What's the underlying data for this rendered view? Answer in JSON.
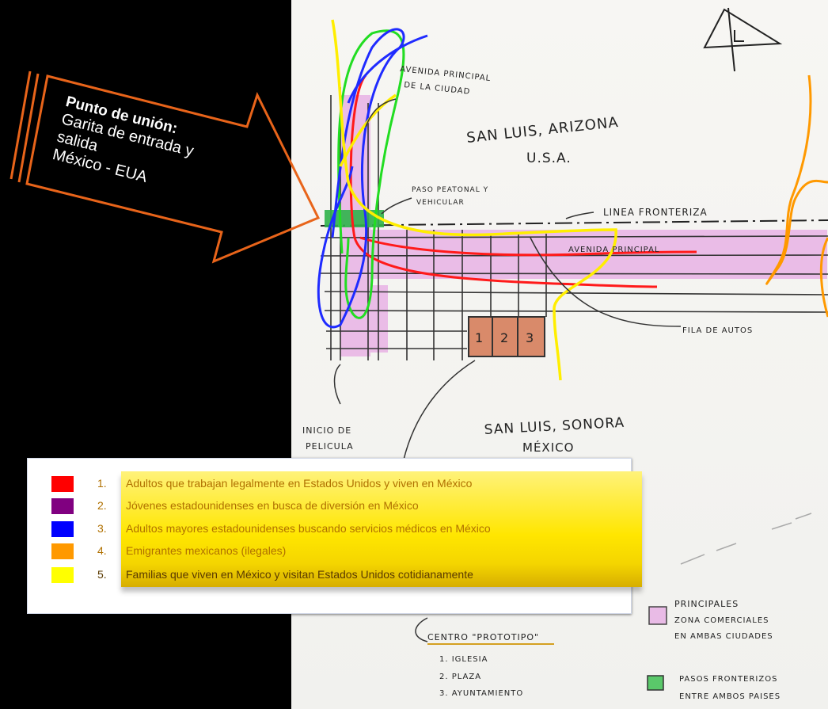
{
  "arrow": {
    "title": "Punto de unión:",
    "line1": "Garita de entrada y",
    "line2": "salida",
    "line3": "México - EUA"
  },
  "sketch": {
    "avenida_principal_ciudad_1": "AVENIDA PRINCIPAL",
    "avenida_principal_ciudad_2": "DE LA CIUDAD",
    "san_luis_az_1": "SAN LUIS, ARIZONA",
    "san_luis_az_2": "U.S.A.",
    "paso_peatonal_1": "PASO PEATONAL Y",
    "paso_peatonal_2": "VEHICULAR",
    "linea_fronteriza": "LINEA FRONTERIZA",
    "avenida_principal": "AVENIDA PRINCIPAL",
    "fila_de_autos": "FILA DE AUTOS",
    "block_1": "1",
    "block_2": "2",
    "block_3": "3",
    "inicio_1": "INICIO DE",
    "inicio_2": "PELICULA",
    "san_luis_son_1": "SAN LUIS, SONORA",
    "san_luis_son_2": "MÉXICO",
    "principales_1": "PRINCIPALES",
    "principales_2": "ZONA COMERCIALES",
    "principales_3": "EN AMBAS CIUDADES",
    "centro_title": "CENTRO \"PROTOTIPO\"",
    "centro_1": "1. IGLESIA",
    "centro_2": "2. PLAZA",
    "centro_3": "3. AYUNTAMIENTO",
    "pasos_1": "PASOS FRONTERIZOS",
    "pasos_2": "ENTRE AMBOS PAISES"
  },
  "legend": {
    "items": [
      {
        "num": "1.",
        "text": "Adultos que trabajan legalmente en Estados Unidos y viven en México",
        "color": "#ff0000"
      },
      {
        "num": "2.",
        "text": "Jóvenes estadounidenses en busca de diversión en México",
        "color": "#800080"
      },
      {
        "num": "3.",
        "text": "Adultos mayores estadounidenses buscando servicios médicos en México",
        "color": "#0000ff"
      },
      {
        "num": "4.",
        "text": "Emigrantes mexicanos (ilegales)",
        "color": "#ff9900"
      },
      {
        "num": "5.",
        "text": "Familias que viven en México y visitan Estados Unidos cotidianamente",
        "color": "#ffff00"
      }
    ]
  },
  "colors": {
    "arrow_outline": "#e8641a",
    "zone_pink": "#e9b6e6",
    "paso_green": "#2fb34a"
  }
}
